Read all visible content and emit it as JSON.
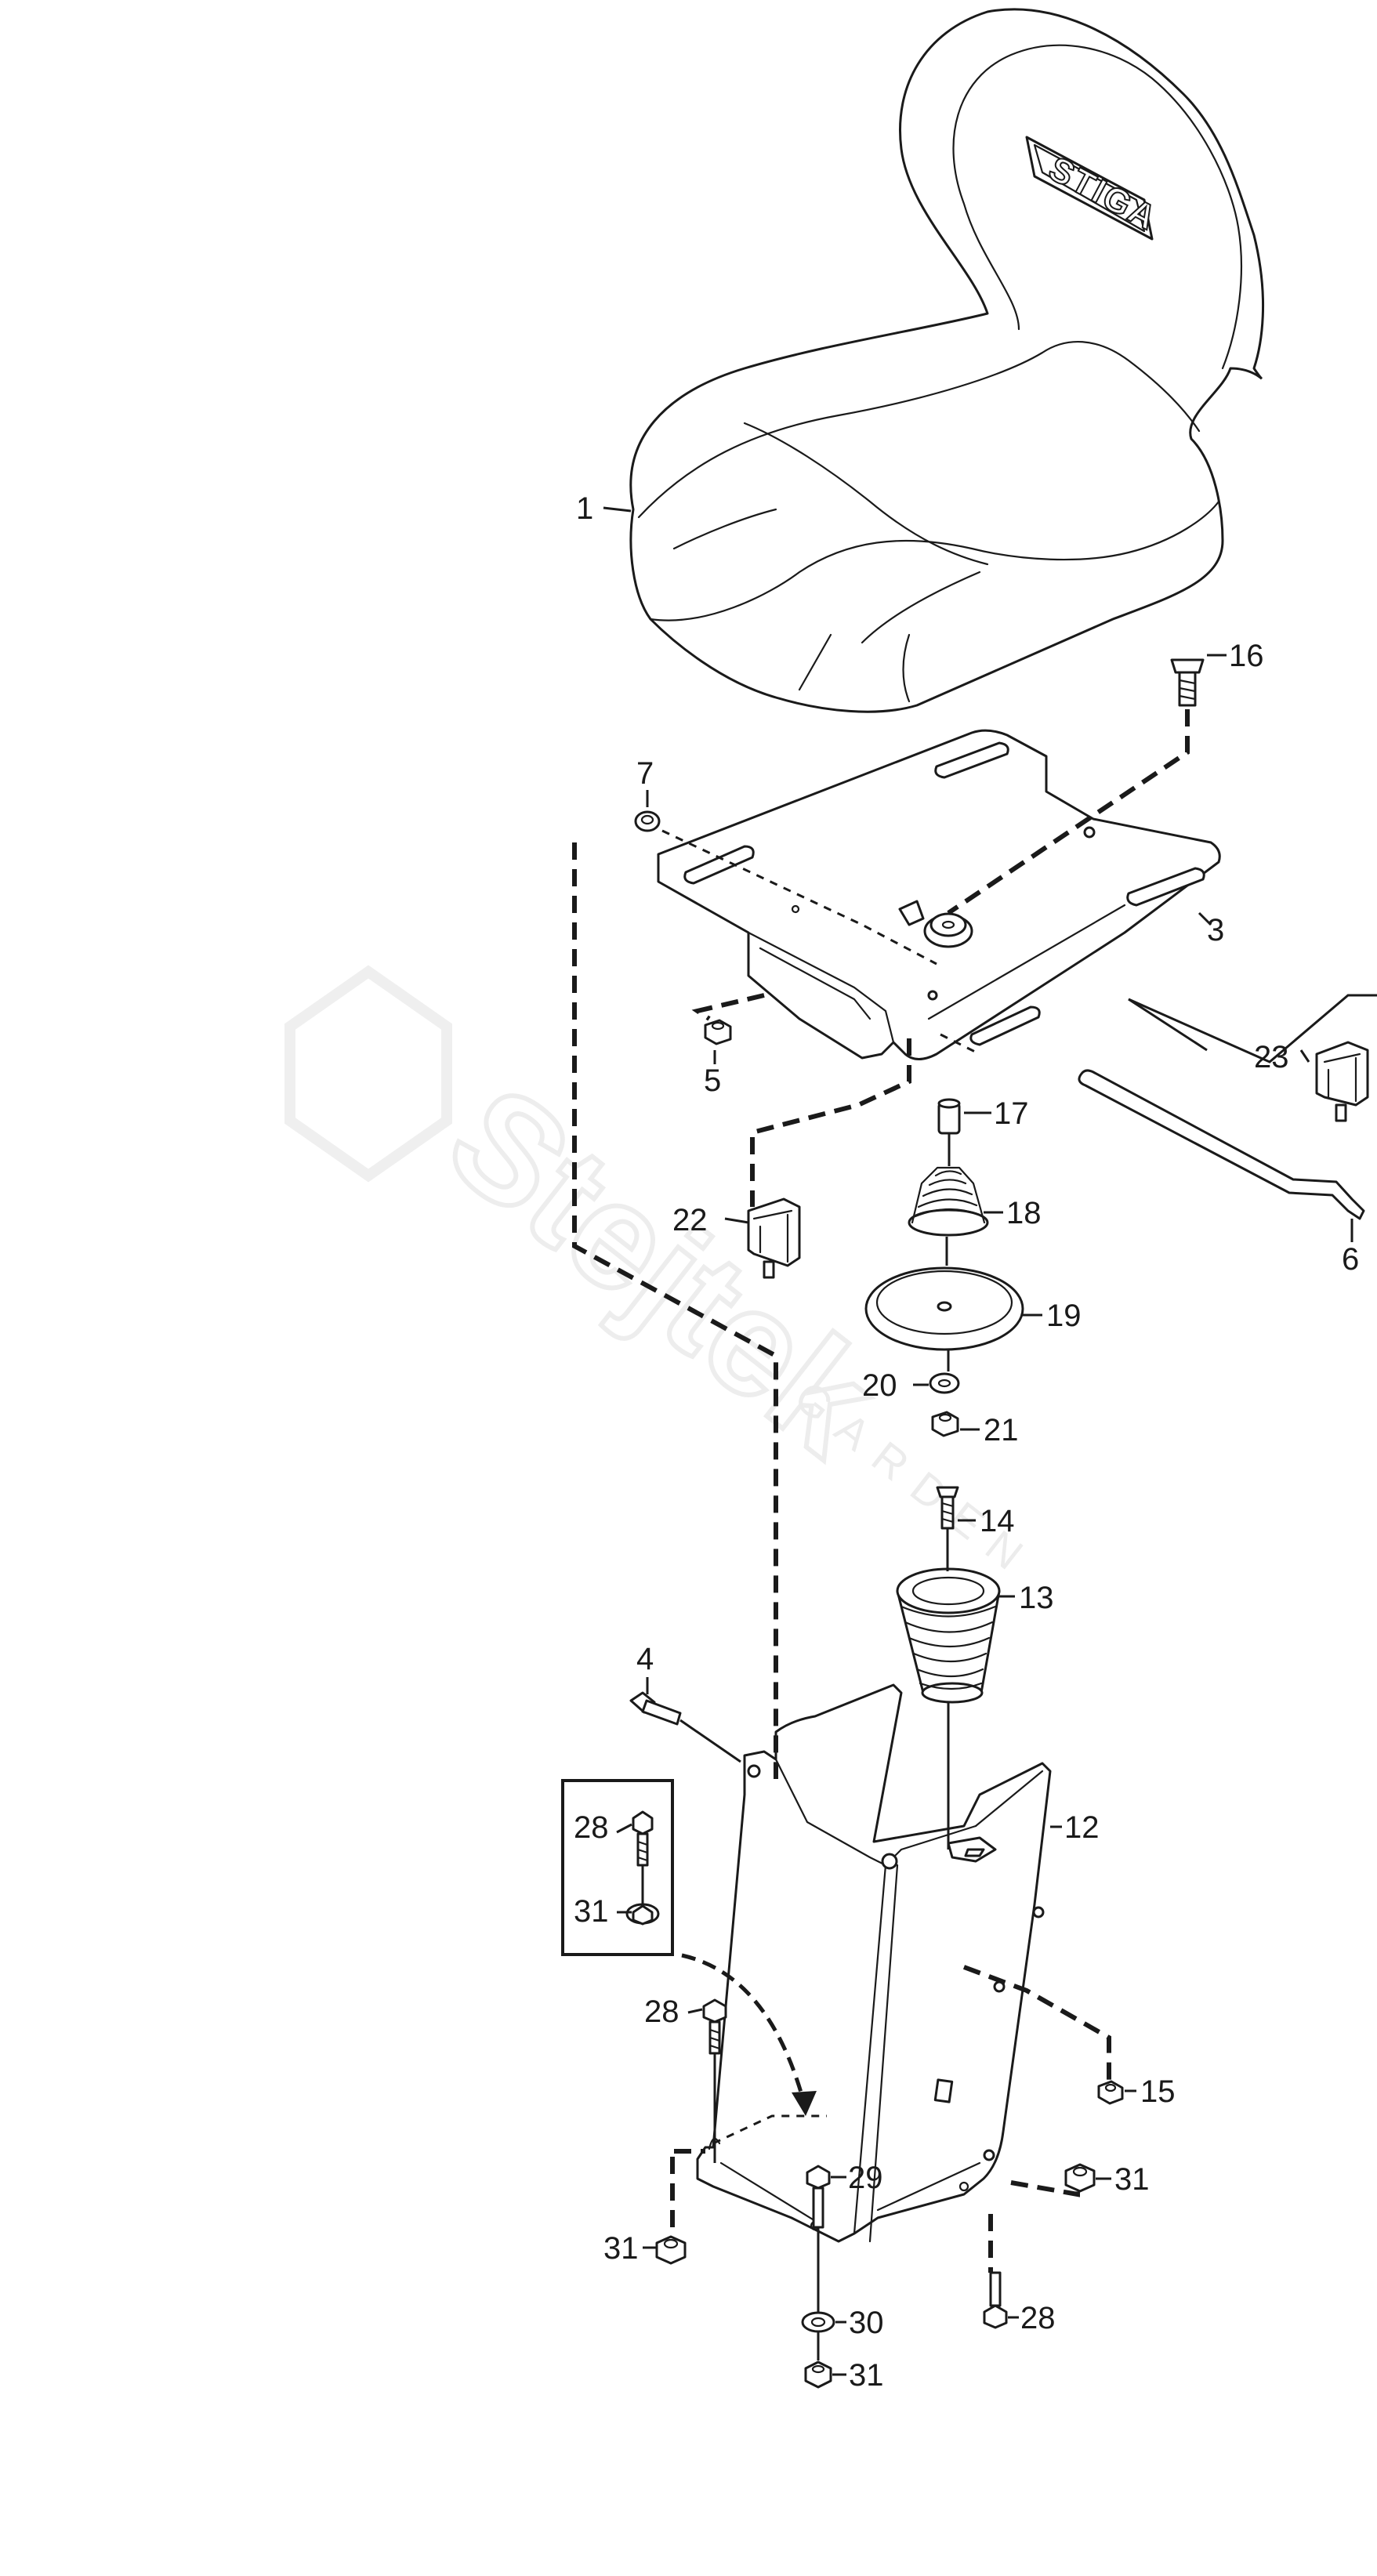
{
  "brand": {
    "logo_text": "STIGA",
    "watermark_text": "Stejtek",
    "watermark_sub": "GARDEN"
  },
  "callouts": [
    {
      "id": "c1",
      "label": "1"
    },
    {
      "id": "c3",
      "label": "3"
    },
    {
      "id": "c4",
      "label": "4"
    },
    {
      "id": "c5",
      "label": "5"
    },
    {
      "id": "c6",
      "label": "6"
    },
    {
      "id": "c7",
      "label": "7"
    },
    {
      "id": "c12",
      "label": "12"
    },
    {
      "id": "c13",
      "label": "13"
    },
    {
      "id": "c14",
      "label": "14"
    },
    {
      "id": "c15",
      "label": "15"
    },
    {
      "id": "c16",
      "label": "16"
    },
    {
      "id": "c17",
      "label": "17"
    },
    {
      "id": "c18",
      "label": "18"
    },
    {
      "id": "c19",
      "label": "19"
    },
    {
      "id": "c20",
      "label": "20"
    },
    {
      "id": "c21",
      "label": "21"
    },
    {
      "id": "c22",
      "label": "22"
    },
    {
      "id": "c23",
      "label": "23"
    },
    {
      "id": "c28a",
      "label": "28"
    },
    {
      "id": "c31a",
      "label": "31"
    },
    {
      "id": "c28b",
      "label": "28"
    },
    {
      "id": "c29",
      "label": "29"
    },
    {
      "id": "c31b",
      "label": "31"
    },
    {
      "id": "c31c",
      "label": "31"
    },
    {
      "id": "c28c",
      "label": "28"
    },
    {
      "id": "c30",
      "label": "30"
    },
    {
      "id": "c31d",
      "label": "31"
    }
  ]
}
